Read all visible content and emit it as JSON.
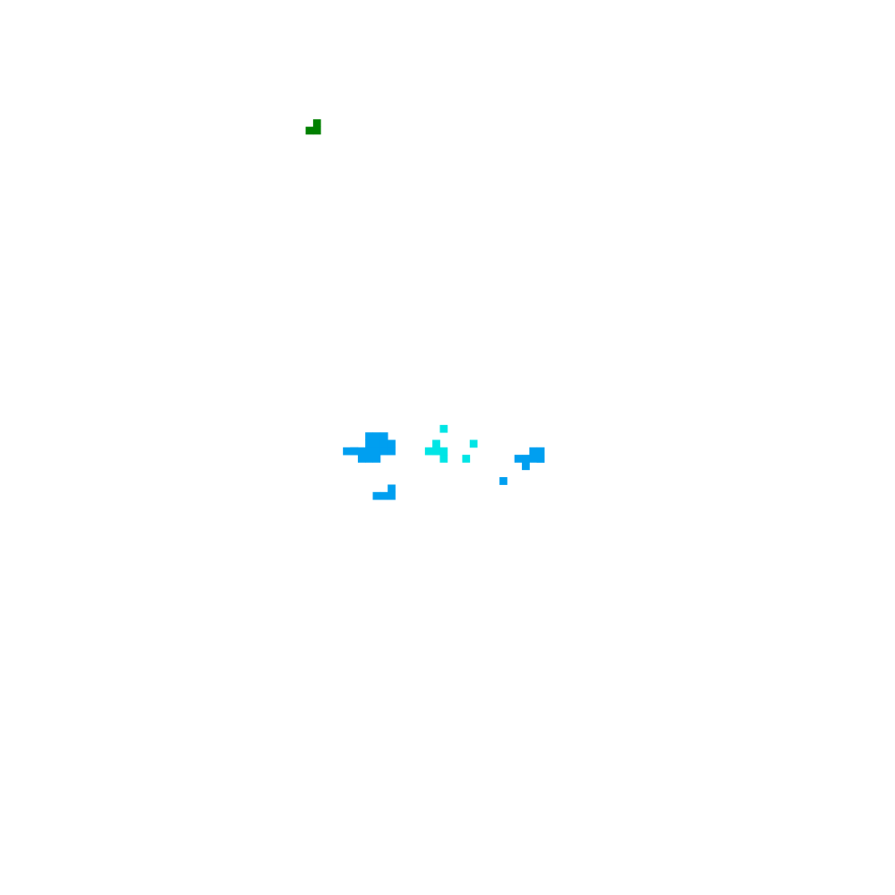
{
  "palette": {
    "background": "#ffffff",
    "green": "#008000",
    "blue": "#009ff0",
    "cyan": "#00e5e5"
  },
  "groups": [
    {
      "id": "green-cluster",
      "color_key": "green",
      "cell_count": 3
    },
    {
      "id": "blue-cluster-left",
      "color_key": "blue",
      "cell_count": 18
    },
    {
      "id": "cyan-cluster",
      "color_key": "cyan",
      "cell_count": 9
    },
    {
      "id": "blue-cluster-right",
      "color_key": "blue",
      "cell_count": 8
    },
    {
      "id": "blue-fragment-center",
      "color_key": "blue",
      "cell_count": 1
    },
    {
      "id": "blue-fragment-bottom",
      "color_key": "blue",
      "cell_count": 4
    }
  ]
}
